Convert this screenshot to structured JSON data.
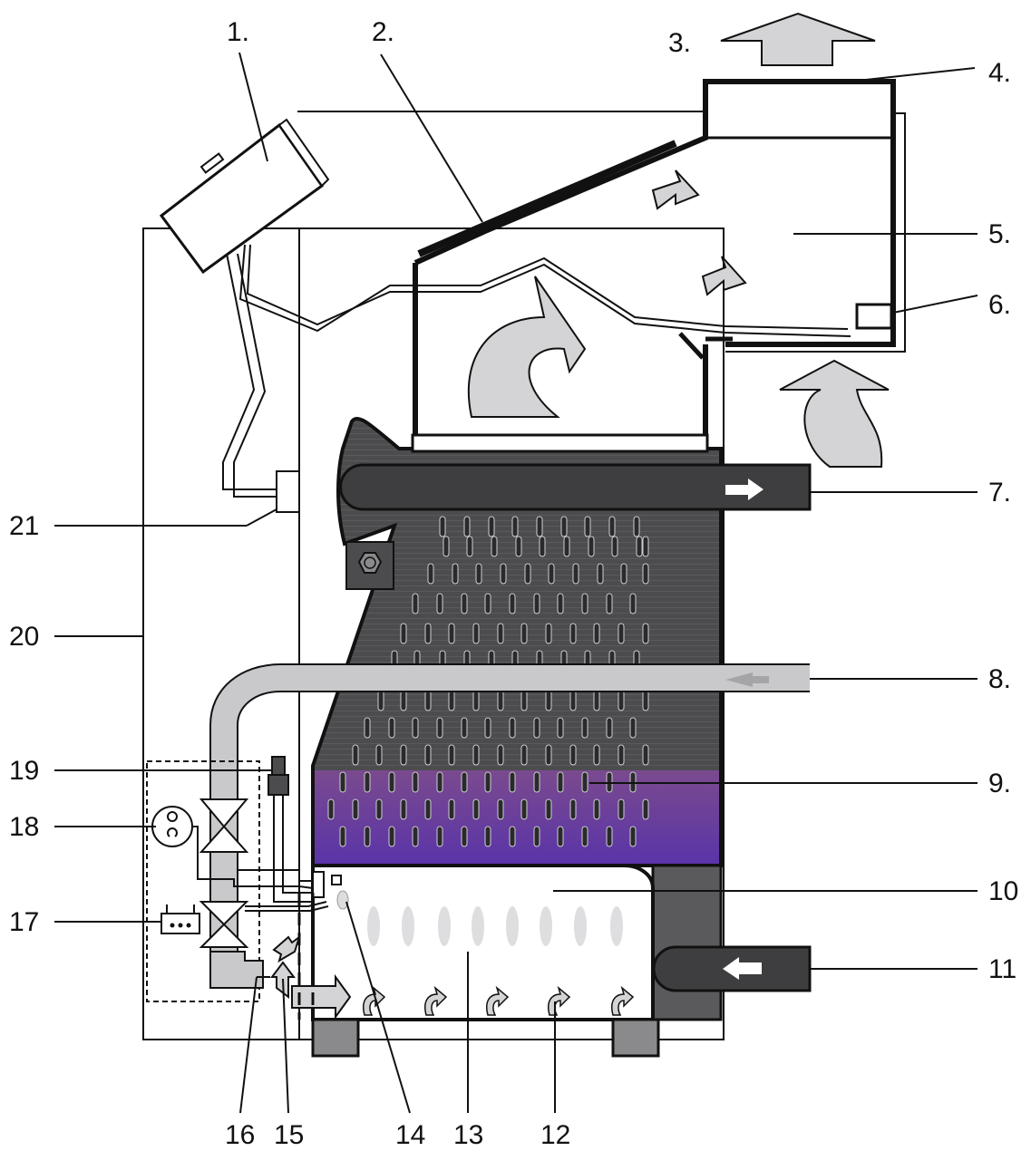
{
  "labels": {
    "l1": "1.",
    "l2": "2.",
    "l3": "3.",
    "l4": "4.",
    "l5": "5.",
    "l6": "6.",
    "l7": "7.",
    "l8": "8.",
    "l9": "9.",
    "l10": "10",
    "l11": "11",
    "l12": "12",
    "l13": "13",
    "l14": "14",
    "l15": "15",
    "l16": "16",
    "l17": "17",
    "l18": "18",
    "l19": "19",
    "l20": "20",
    "l21": "21"
  },
  "colors": {
    "boiler_body": "#4a4a4c",
    "water_pipe_light": "#c9c9cb",
    "water_pipe_dark": "#3e3e40",
    "combustion_zone": "#6a3f9e",
    "flow_arrow": "#d4d4d6"
  }
}
